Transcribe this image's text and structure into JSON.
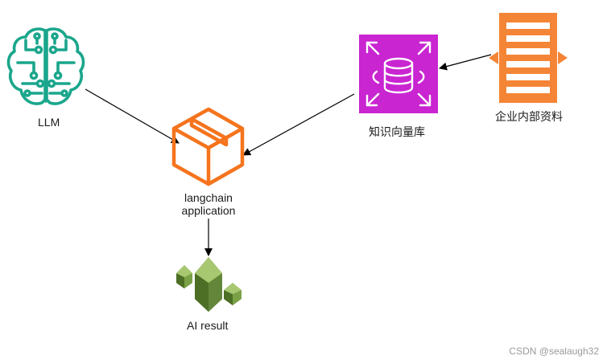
{
  "nodes": {
    "llm": {
      "label": "LLM",
      "icon": "brain-circuit-icon",
      "color": "#1aa68c"
    },
    "vector_db": {
      "label": "知识向量库",
      "icon": "vector-database-icon",
      "color": "#c925d1"
    },
    "enterprise_docs": {
      "label": "企业内部资料",
      "icon": "document-stack-icon",
      "color": "#f58536"
    },
    "langchain_app": {
      "line1": "langchain",
      "line2": "application",
      "icon": "cube-icon",
      "color": "#f5741d"
    },
    "ai_result": {
      "label": "AI result",
      "icon": "crystals-icon",
      "color": "#6b8c3a"
    }
  },
  "edges": [
    {
      "from": "llm",
      "to": "langchain_app"
    },
    {
      "from": "vector_db",
      "to": "langchain_app"
    },
    {
      "from": "enterprise_docs",
      "to": "vector_db"
    },
    {
      "from": "langchain_app",
      "to": "ai_result"
    }
  ],
  "watermark": "CSDN @sealaugh32"
}
